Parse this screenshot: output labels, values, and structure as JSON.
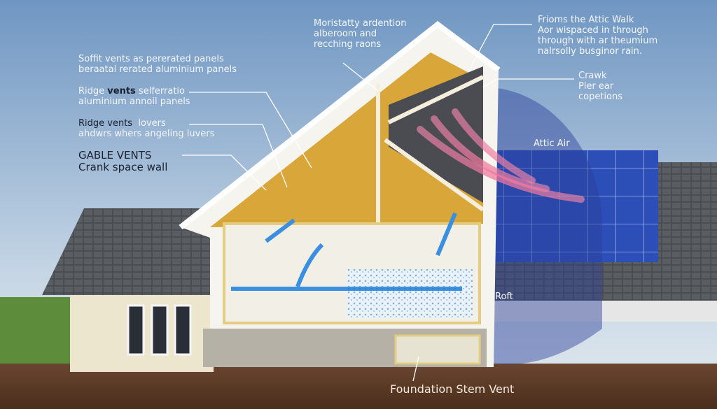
{
  "labels": {
    "top_center": [
      "Moristatty ardention",
      "alberoom and",
      "recching raons"
    ],
    "soffit": [
      "Soffit vents as pererated panels",
      "beraatal rerated aluminium panels"
    ],
    "ridge1": {
      "title": "Ridge",
      "bold": "vents",
      "rest": "selferratio",
      "line2": "aluminium annoil panels"
    },
    "ridge2": {
      "title": "Ridge vents",
      "rest": "lovers",
      "line2": "ahdwrs whers angeling luvers"
    },
    "gable": [
      "GABLE VENTS",
      "Crank space wall"
    ],
    "attic_walk": [
      "Frioms the Attic Walk",
      "Aor wispaced in through",
      "through with ar theumium",
      "nalrsolly busginor rain."
    ],
    "crawk": [
      "Crawk",
      "Pler ear",
      "copetions"
    ],
    "attic_air": "Attic Air",
    "roft": "Roft",
    "foundation": "Foundation Stem Vent"
  },
  "colors": {
    "sky_top": "#6f96c2",
    "sky_bottom": "#dfe8ee",
    "wood": "#d9a63a",
    "solar": "#2a4fb8",
    "ground": "#5a3a25",
    "airflow_warm": "#e8467a",
    "airflow_cool": "#3b8fe0"
  }
}
